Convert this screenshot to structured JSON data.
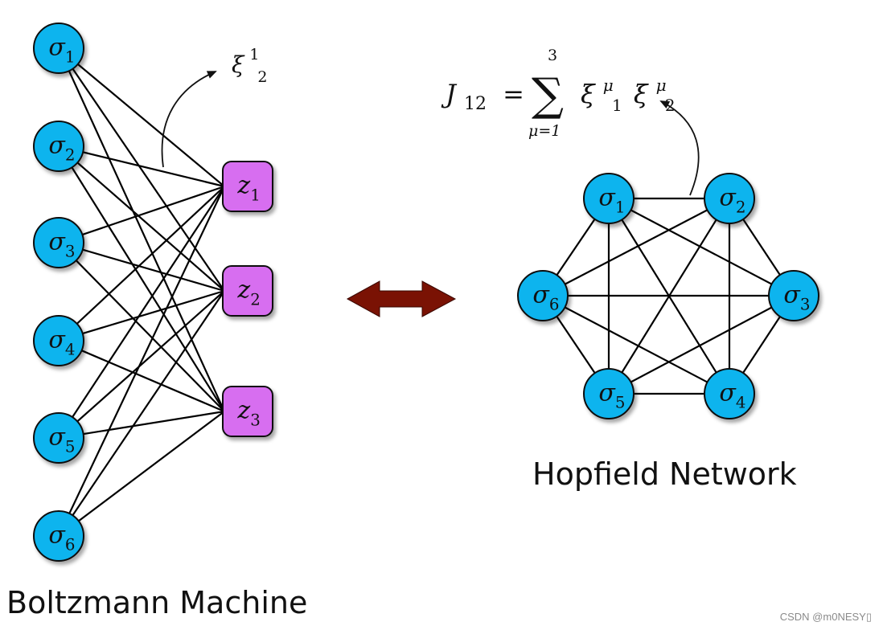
{
  "boltzmann": {
    "title": "Boltzmann Machine",
    "visible_nodes": [
      {
        "sym": "σ",
        "sub": "1"
      },
      {
        "sym": "σ",
        "sub": "2"
      },
      {
        "sym": "σ",
        "sub": "3"
      },
      {
        "sym": "σ",
        "sub": "4"
      },
      {
        "sym": "σ",
        "sub": "5"
      },
      {
        "sym": "σ",
        "sub": "6"
      }
    ],
    "hidden_nodes": [
      {
        "sym": "z",
        "sub": "1"
      },
      {
        "sym": "z",
        "sub": "2"
      },
      {
        "sym": "z",
        "sub": "3"
      }
    ],
    "weight_label": {
      "sym": "ξ",
      "sup": "1",
      "sub": "2"
    }
  },
  "hopfield": {
    "title": "Hopfield Network",
    "nodes": [
      {
        "sym": "σ",
        "sub": "1"
      },
      {
        "sym": "σ",
        "sub": "2"
      },
      {
        "sym": "σ",
        "sub": "3"
      },
      {
        "sym": "σ",
        "sub": "4"
      },
      {
        "sym": "σ",
        "sub": "5"
      },
      {
        "sym": "σ",
        "sub": "6"
      }
    ],
    "formula": {
      "lhs": "J",
      "lhs_sub": "12",
      "equals": "=",
      "sum_symbol": "∑",
      "sum_upper": "3",
      "sum_lower": "μ=1",
      "term1": "ξ",
      "term1_sup": "μ",
      "term1_sub": "1",
      "term2": "ξ",
      "term2_sup": "μ",
      "term2_sub": "2"
    }
  },
  "colors": {
    "visible_node": "#10b4ee",
    "hidden_node": "#d76ef0",
    "arrow": "#7a1204",
    "edge": "#000000"
  },
  "watermark": "CSDN @m0NESY▯"
}
